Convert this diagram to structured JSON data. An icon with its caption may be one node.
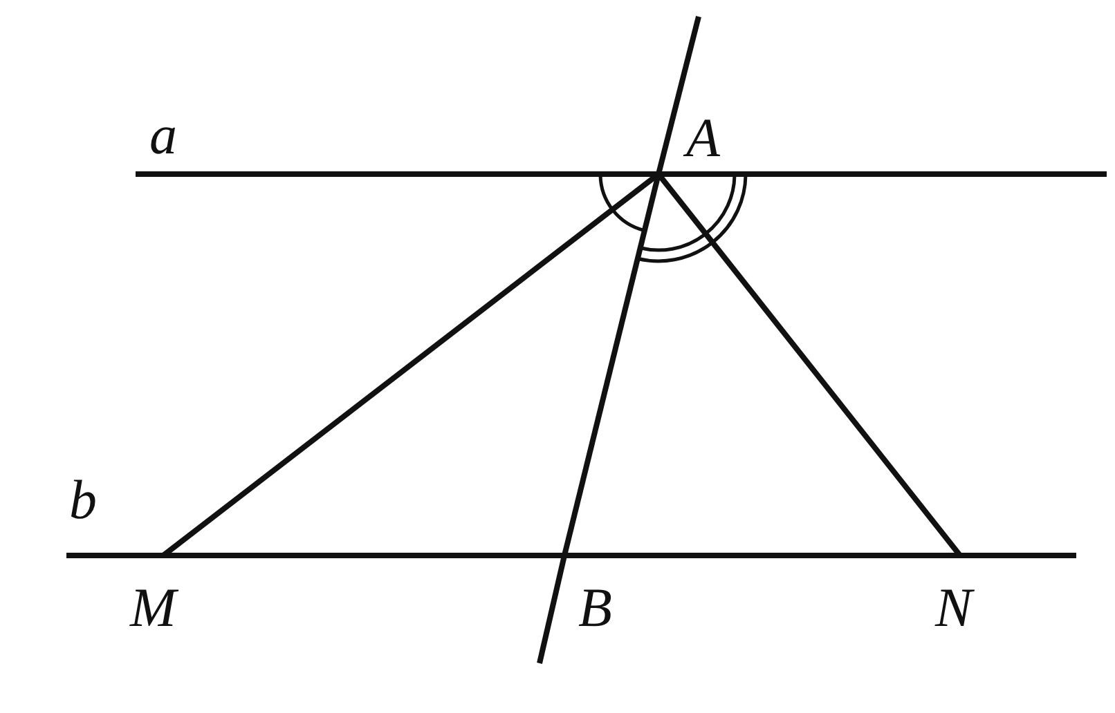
{
  "diagram": {
    "nodes": [
      {
        "text": [
          "A"
        ]
      },
      {
        "text": [
          "M"
        ]
      },
      {
        "text": [
          "B"
        ]
      },
      {
        "text": [
          "N"
        ]
      }
    ],
    "edges": [
      {
        "from": 0,
        "to": 1,
        "arrow": "none"
      },
      {
        "from": 0,
        "to": 2,
        "arrow": "none"
      },
      {
        "from": 0,
        "to": 3,
        "arrow": "none"
      }
    ],
    "labels": [
      "a",
      "b"
    ]
  }
}
